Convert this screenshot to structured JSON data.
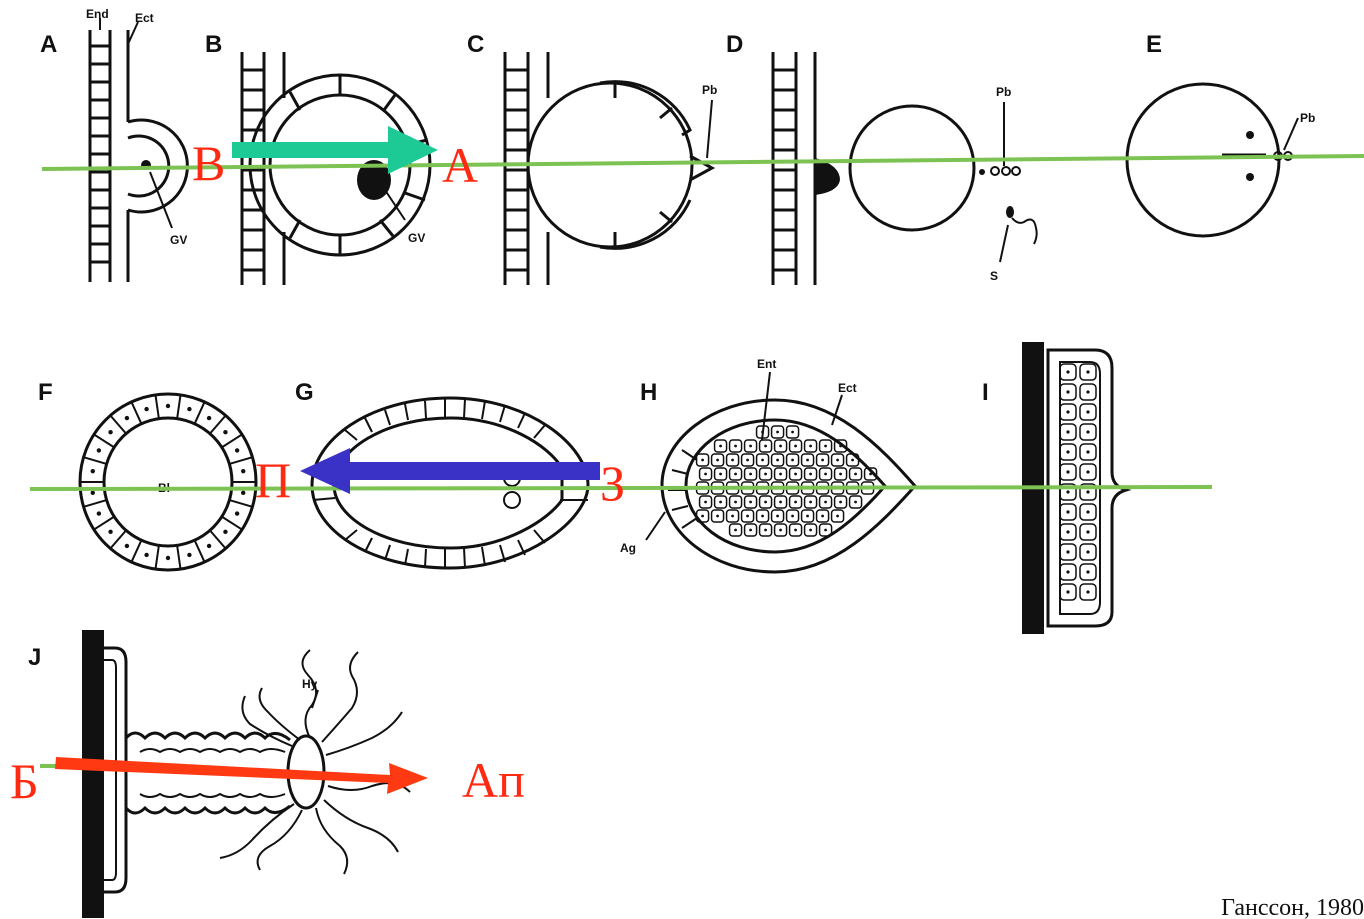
{
  "panels": {
    "A": "A",
    "B": "B",
    "C": "C",
    "D": "D",
    "E": "E",
    "F": "F",
    "G": "G",
    "H": "H",
    "I": "I",
    "J": "J"
  },
  "tissue_labels": {
    "end": "End",
    "ect_a": "Ect",
    "gv_a": "GV",
    "gv_b": "GV",
    "pb_c": "Pb",
    "pb_d": "Pb",
    "s_d": "S",
    "pb_e": "Pb",
    "bl": "Bl",
    "ent": "Ent",
    "ect_h": "Ect",
    "ag": "Ag",
    "hy": "Hy"
  },
  "axis_labels": {
    "row1_start": "В",
    "row1_end": "А",
    "row2_start": "П",
    "row2_end": "З",
    "row3_start": "Б",
    "row3_end": "Ап"
  },
  "colors": {
    "axis_line": "#7dc353",
    "arrow_teal": "#1dc995",
    "arrow_blue": "#3a31c6",
    "arrow_red": "#ff3a12",
    "label_red": "#ff2a12",
    "ink": "#111111"
  },
  "credit": "Ганссон, 1980"
}
